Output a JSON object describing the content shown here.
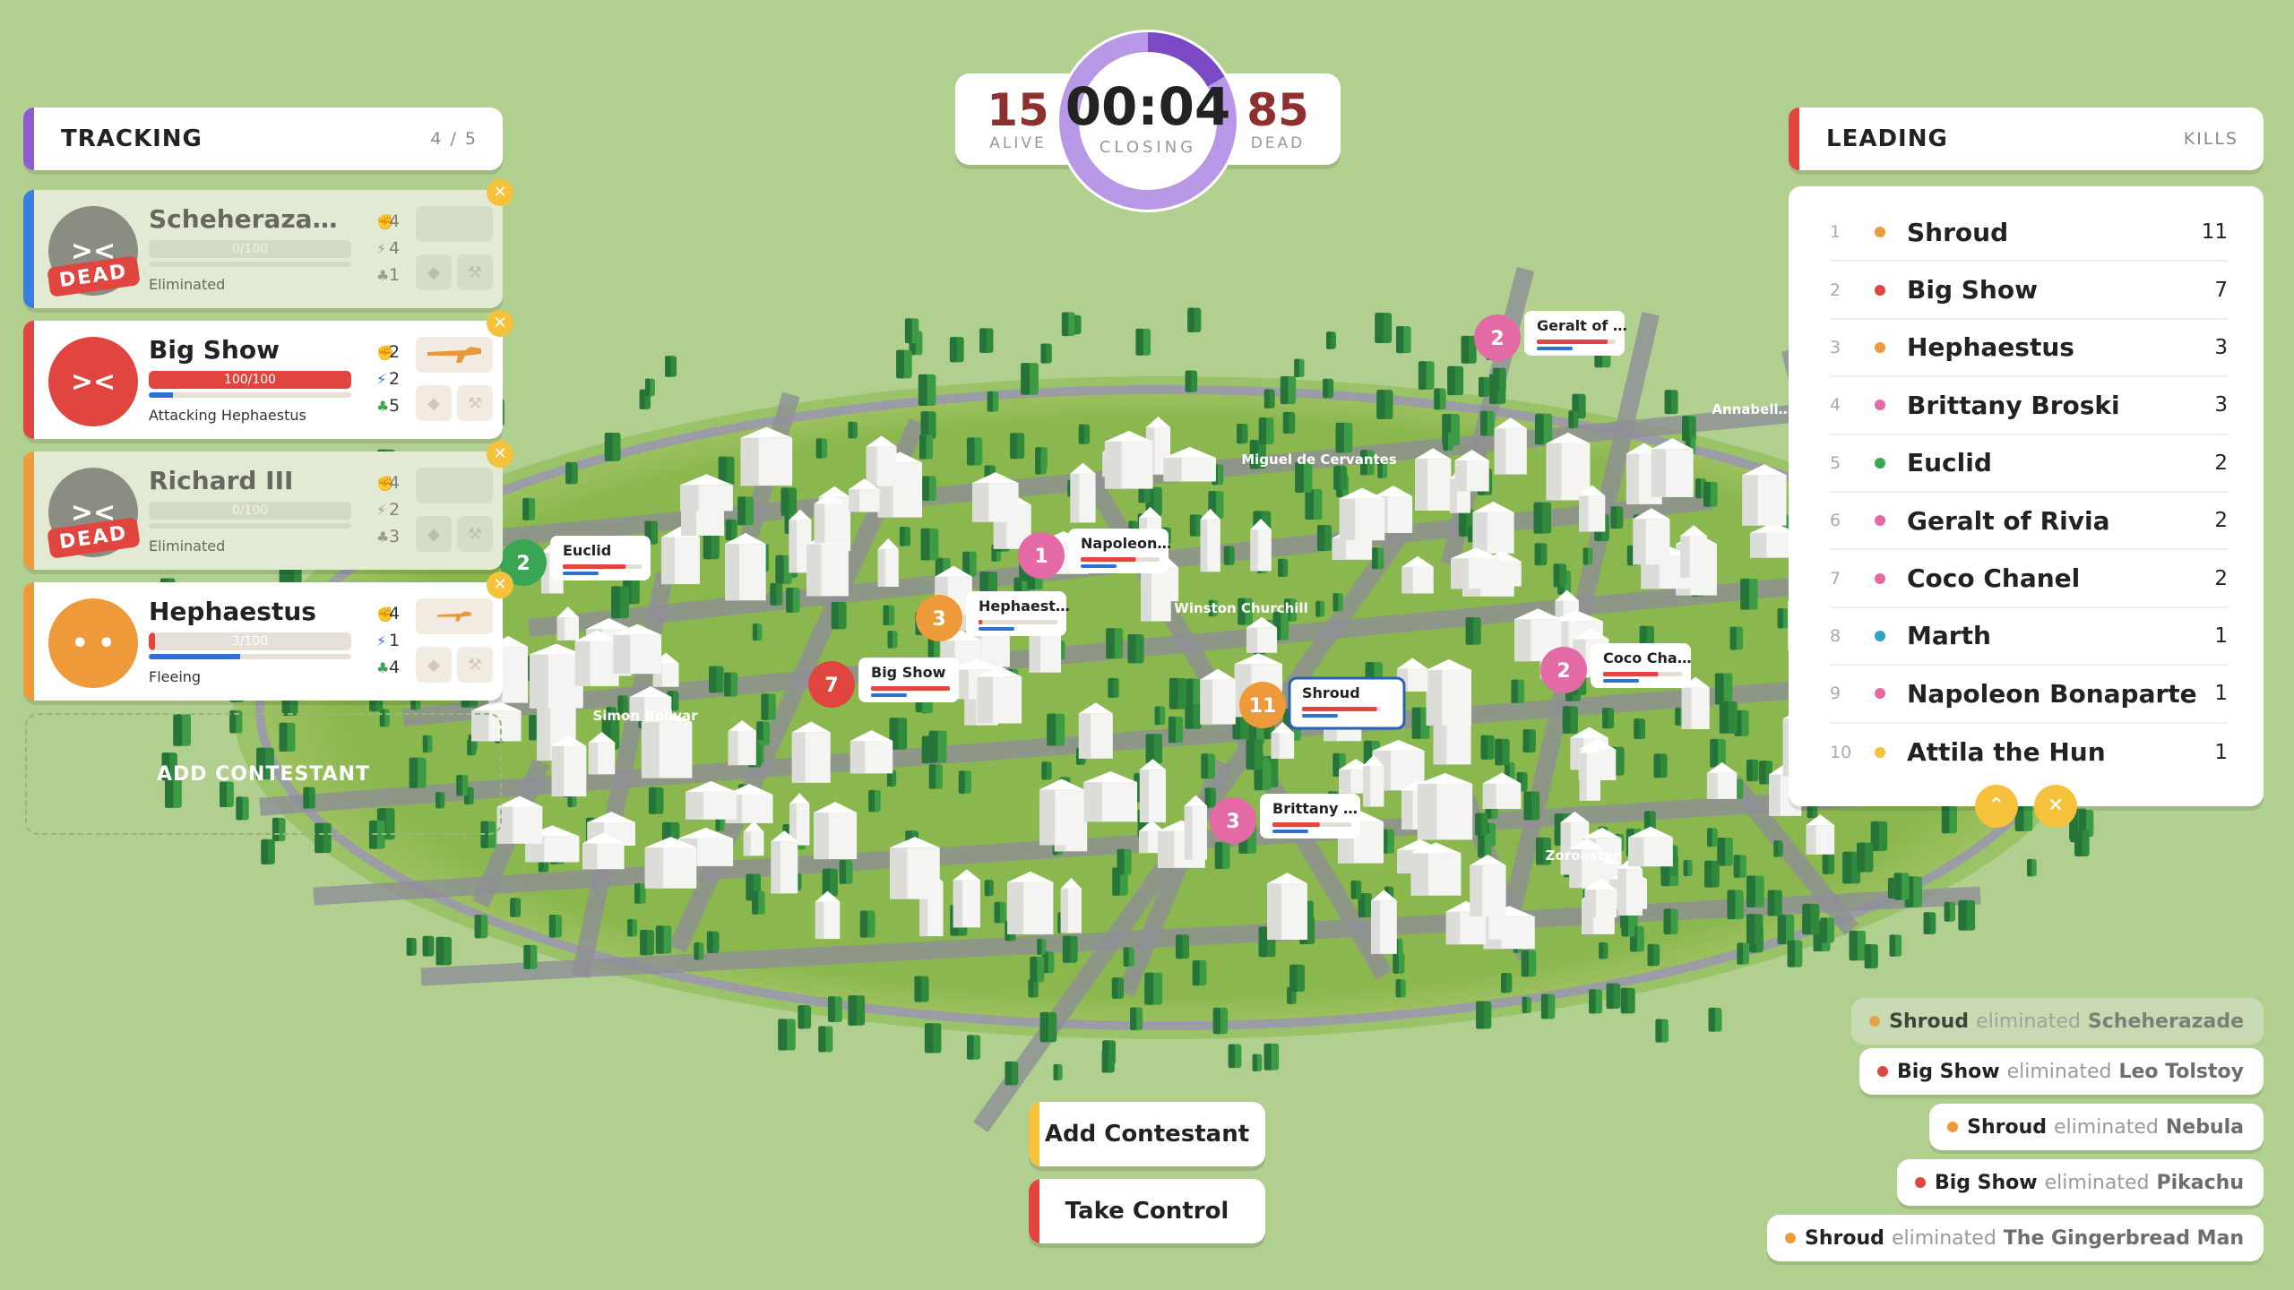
{
  "colors": {
    "purple": "#8e5bd0",
    "red": "#e0463f",
    "orange": "#ef9a3a",
    "pink": "#e46aa6",
    "green": "#3aa552",
    "teal": "#2aa6c4",
    "yellow": "#f6c13b",
    "gray": "#8b8c82"
  },
  "tracking": {
    "title": "TRACKING",
    "count": "4 / 5",
    "add_label": "ADD CONTESTANT",
    "cards": [
      {
        "name": "Scheheraza…",
        "health": "0/100",
        "status": "Eliminated",
        "dead": true,
        "dead_label": "DEAD",
        "face": "angry",
        "strength": "4",
        "speed": "4",
        "luck": "1"
      },
      {
        "name": "Big Show",
        "health": "100/100",
        "status": "Attacking Hephaestus",
        "dead": false,
        "face": "angry",
        "strength": "2",
        "speed": "2",
        "luck": "5"
      },
      {
        "name": "Richard III",
        "health": "0/100",
        "status": "Eliminated",
        "dead": true,
        "dead_label": "DEAD",
        "face": "angry",
        "strength": "4",
        "speed": "2",
        "luck": "3"
      },
      {
        "name": "Hephaestus",
        "health": "3/100",
        "status": "Fleeing",
        "dead": false,
        "face": "neutral",
        "strength": "4",
        "speed": "1",
        "luck": "4"
      }
    ]
  },
  "timer": {
    "alive": "15",
    "alive_label": "ALIVE",
    "time": "00:04",
    "time_label": "CLOSING",
    "dead": "85",
    "dead_label": "DEAD"
  },
  "leaderboard": {
    "title": "LEADING",
    "column": "KILLS",
    "rows": [
      {
        "rank": "1",
        "name": "Shroud",
        "kills": "11",
        "color": "#ef9a3a"
      },
      {
        "rank": "2",
        "name": "Big Show",
        "kills": "7",
        "color": "#e0463f"
      },
      {
        "rank": "3",
        "name": "Hephaestus",
        "kills": "3",
        "color": "#ef9a3a"
      },
      {
        "rank": "4",
        "name": "Brittany Broski",
        "kills": "3",
        "color": "#e46aa6"
      },
      {
        "rank": "5",
        "name": "Euclid",
        "kills": "2",
        "color": "#3aa552"
      },
      {
        "rank": "6",
        "name": "Geralt of Rivia",
        "kills": "2",
        "color": "#e46aa6"
      },
      {
        "rank": "7",
        "name": "Coco Chanel",
        "kills": "2",
        "color": "#e46aa6"
      },
      {
        "rank": "8",
        "name": "Marth",
        "kills": "1",
        "color": "#2aa6c4"
      },
      {
        "rank": "9",
        "name": "Napoleon Bonaparte",
        "kills": "1",
        "color": "#e46aa6"
      },
      {
        "rank": "10",
        "name": "Attila the Hun",
        "kills": "1",
        "color": "#f6c13b"
      }
    ]
  },
  "feed": [
    {
      "killer": "Shroud",
      "verb": "eliminated",
      "victim": "Scheherazade",
      "color": "#ef9a3a",
      "faded": true
    },
    {
      "killer": "Big Show",
      "verb": "eliminated",
      "victim": "Leo Tolstoy",
      "color": "#e0463f",
      "faded": false
    },
    {
      "killer": "Shroud",
      "verb": "eliminated",
      "victim": "Nebula",
      "color": "#ef9a3a",
      "faded": false
    },
    {
      "killer": "Big Show",
      "verb": "eliminated",
      "victim": "Pikachu",
      "color": "#e0463f",
      "faded": false
    },
    {
      "killer": "Shroud",
      "verb": "eliminated",
      "victim": "The Gingerbread Man",
      "color": "#ef9a3a",
      "faded": false
    }
  ],
  "buttons": {
    "add_contestant": "Add Contestant",
    "take_control": "Take Control"
  },
  "markers": [
    {
      "kills": "2",
      "name": "Euclid",
      "color": "#3aa552",
      "health": 0.8
    },
    {
      "kills": "1",
      "name": "Napoleon…",
      "color": "#e46aa6",
      "health": 0.7
    },
    {
      "kills": "3",
      "name": "Hephaest…",
      "color": "#ef9a3a",
      "health": 0.05
    },
    {
      "kills": "7",
      "name": "Big Show",
      "color": "#e0463f",
      "health": 1.0
    },
    {
      "kills": "11",
      "name": "Shroud",
      "color": "#ef9a3a",
      "health": 0.95,
      "selected": true
    },
    {
      "kills": "2",
      "name": "Coco Cha…",
      "color": "#e46aa6",
      "health": 0.7
    },
    {
      "kills": "2",
      "name": "Geralt of …",
      "color": "#e46aa6",
      "health": 0.9
    },
    {
      "kills": "3",
      "name": "Brittany …",
      "color": "#e46aa6",
      "health": 0.6
    }
  ],
  "map_labels": [
    "Miguel de Cervantes",
    "Winston Churchill",
    "Simon Bolivar",
    "Zoroaster",
    "Annabell…"
  ]
}
